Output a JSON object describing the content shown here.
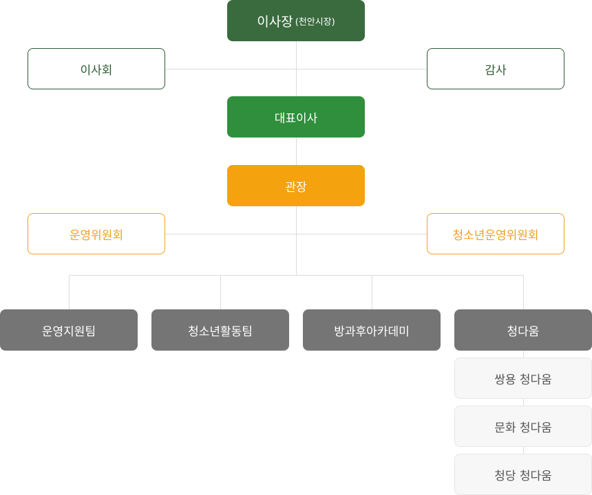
{
  "chairman": {
    "label": "이사장",
    "note": "(천안시장)"
  },
  "board": "이사회",
  "audit": "감사",
  "ceo": "대표이사",
  "director": "관장",
  "operating_committee": "운영위원회",
  "youth_committee": "청소년운영위원회",
  "teams": [
    "운영지원팀",
    "청소년활동팀",
    "방과후아카데미",
    "청다움"
  ],
  "sub_units": [
    "쌍용 청다움",
    "문화 청다움",
    "청당 청다움"
  ],
  "colors": {
    "chairman": "#3a6b3f",
    "ceo": "#2f8f3c",
    "director": "#f4a30f",
    "team": "#757575"
  }
}
